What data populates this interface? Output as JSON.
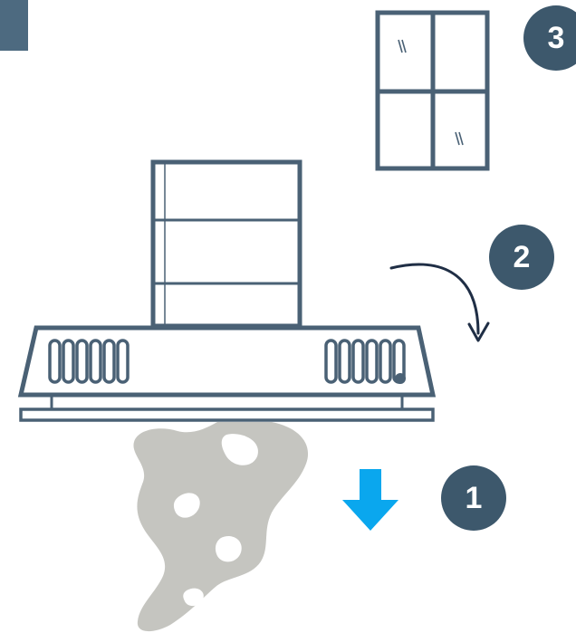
{
  "colors": {
    "outline": "#4a6175",
    "badge": "#3d586c",
    "corner_block": "#4d6a80",
    "smoke": "#c5c5c0",
    "down_arrow": "#0aa7ee",
    "background": "#ffffff"
  },
  "steps": [
    {
      "id": "step-3",
      "label": "3",
      "depicts": "window"
    },
    {
      "id": "step-2",
      "label": "2",
      "depicts": "airflow-curved-arrow"
    },
    {
      "id": "step-1",
      "label": "1",
      "depicts": "downward-arrow"
    }
  ],
  "icons": {
    "window": "window-icon",
    "range_hood": "range-hood-icon",
    "smoke": "smoke-icon",
    "curved_arrow": "curved-arrow-icon",
    "down_arrow": "down-arrow-icon"
  }
}
